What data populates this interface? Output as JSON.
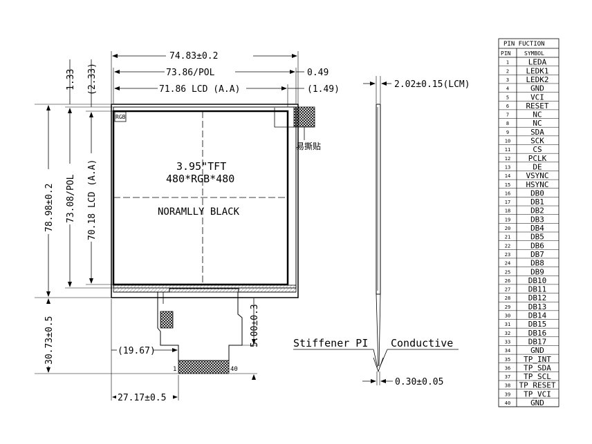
{
  "front_view": {
    "width_overall": "74.83±0.2",
    "width_pol": "73.86/POL",
    "width_lcd_aa": "71.86 LCD (A.A)",
    "right_offset_1": "0.49",
    "right_offset_2": "(1.49)",
    "left_offset_1": "1.33",
    "left_offset_2": "(2.33)",
    "height_overall": "78.98±0.2",
    "height_pol": "73.08/POL",
    "height_lcd_aa": "70.18 LCD (A.A)",
    "rgb_label": "RGB",
    "tear_tape_label": "易撕贴",
    "panel_title": "3.95\"TFT",
    "panel_resolution": "480*RGB*480",
    "panel_mode": "NORAMLLY BLACK",
    "fpc_length": "30.73±0.5",
    "fpc_offset": "(19.67)",
    "fpc_tail": "5.00±0.3",
    "fpc_position": "27.17±0.5",
    "pin_first": "1",
    "pin_last": "40"
  },
  "side_view": {
    "thickness_lcm": "2.02±0.15(LCM)",
    "stiffener_label": "Stiffener PI",
    "conductive_label": "Conductive",
    "fpc_thickness": "0.30±0.05"
  },
  "pin_table": {
    "title": "PIN FUCTION",
    "col_pin": "PIN",
    "col_symbol": "SYMBOL",
    "rows": [
      {
        "pin": "1",
        "symbol": "LEDA"
      },
      {
        "pin": "2",
        "symbol": "LEDK1"
      },
      {
        "pin": "3",
        "symbol": "LEDK2"
      },
      {
        "pin": "4",
        "symbol": "GND"
      },
      {
        "pin": "5",
        "symbol": "VCI"
      },
      {
        "pin": "6",
        "symbol": "RESET"
      },
      {
        "pin": "7",
        "symbol": "NC"
      },
      {
        "pin": "8",
        "symbol": "NC"
      },
      {
        "pin": "9",
        "symbol": "SDA"
      },
      {
        "pin": "10",
        "symbol": "SCK"
      },
      {
        "pin": "11",
        "symbol": "CS"
      },
      {
        "pin": "12",
        "symbol": "PCLK"
      },
      {
        "pin": "13",
        "symbol": "DE"
      },
      {
        "pin": "14",
        "symbol": "VSYNC"
      },
      {
        "pin": "15",
        "symbol": "HSYNC"
      },
      {
        "pin": "16",
        "symbol": "DB0"
      },
      {
        "pin": "17",
        "symbol": "DB1"
      },
      {
        "pin": "18",
        "symbol": "DB2"
      },
      {
        "pin": "19",
        "symbol": "DB3"
      },
      {
        "pin": "20",
        "symbol": "DB4"
      },
      {
        "pin": "21",
        "symbol": "DB5"
      },
      {
        "pin": "22",
        "symbol": "DB6"
      },
      {
        "pin": "23",
        "symbol": "DB7"
      },
      {
        "pin": "24",
        "symbol": "DB8"
      },
      {
        "pin": "25",
        "symbol": "DB9"
      },
      {
        "pin": "26",
        "symbol": "DB10"
      },
      {
        "pin": "27",
        "symbol": "DB11"
      },
      {
        "pin": "28",
        "symbol": "DB12"
      },
      {
        "pin": "29",
        "symbol": "DB13"
      },
      {
        "pin": "30",
        "symbol": "DB14"
      },
      {
        "pin": "31",
        "symbol": "DB15"
      },
      {
        "pin": "32",
        "symbol": "DB16"
      },
      {
        "pin": "33",
        "symbol": "DB17"
      },
      {
        "pin": "34",
        "symbol": "GND"
      },
      {
        "pin": "35",
        "symbol": "TP_INT"
      },
      {
        "pin": "36",
        "symbol": "TP_SDA"
      },
      {
        "pin": "37",
        "symbol": "TP_SCL"
      },
      {
        "pin": "38",
        "symbol": "TP_RESET"
      },
      {
        "pin": "39",
        "symbol": "TP_VCI"
      },
      {
        "pin": "40",
        "symbol": "GND"
      }
    ]
  }
}
